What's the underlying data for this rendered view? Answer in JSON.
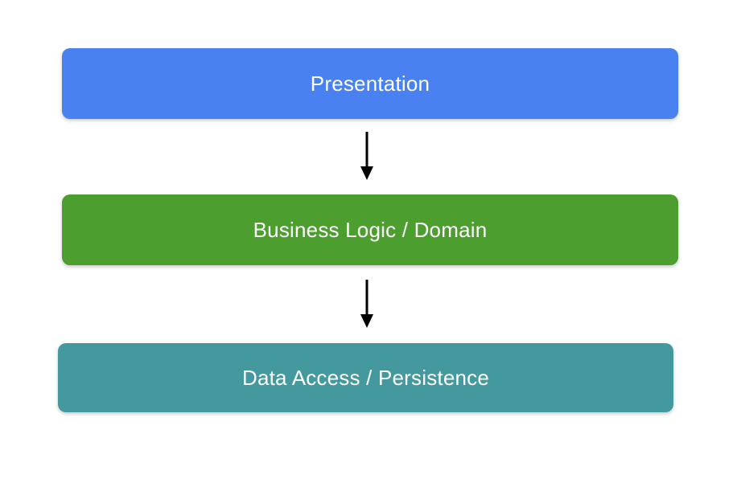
{
  "diagram": {
    "type": "layered-architecture-flow",
    "background_color": "#ffffff",
    "text_color": "#ffffff",
    "arrow_color": "#000000",
    "layers": [
      {
        "id": "presentation",
        "label": "Presentation",
        "color": "#4a81f0"
      },
      {
        "id": "business-logic",
        "label": "Business Logic / Domain",
        "color": "#4c9f2f"
      },
      {
        "id": "data-access",
        "label": "Data Access / Persistence",
        "color": "#44999e"
      }
    ],
    "connections": [
      {
        "from": "presentation",
        "to": "business-logic",
        "style": "arrow-down"
      },
      {
        "from": "business-logic",
        "to": "data-access",
        "style": "arrow-down"
      }
    ]
  }
}
